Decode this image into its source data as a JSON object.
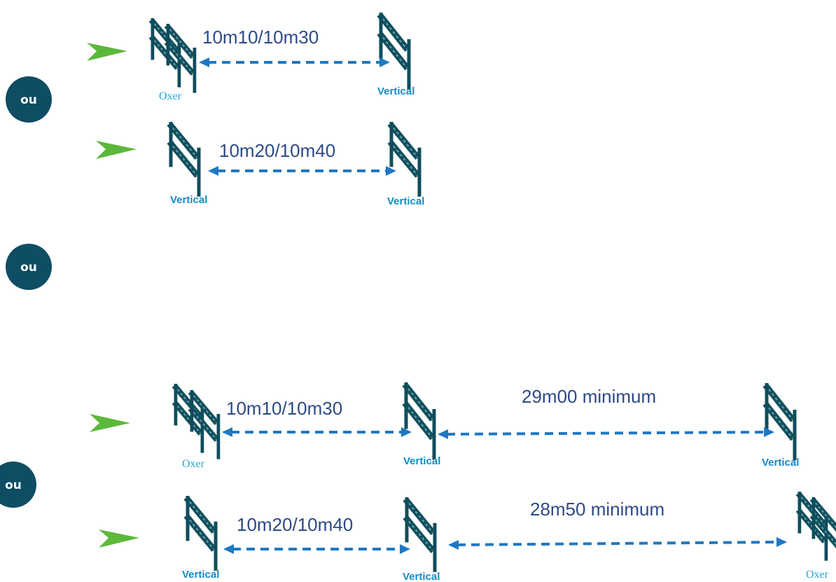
{
  "colors": {
    "distance_text": "#2e4a86",
    "vertical_label": "#1589c8",
    "oxer_label": "#26a6d9",
    "arrow": "#1f78c1",
    "fence": "#0f4d5c",
    "pointer": "#5cb83a",
    "ou_badge": "#0e4d63"
  },
  "ou_badges": [
    "ou",
    "ou",
    "ou"
  ],
  "rows": [
    {
      "obstacles": [
        {
          "type": "oxer",
          "label": "Oxer"
        },
        {
          "type": "vertical",
          "label": "Vertical"
        }
      ],
      "distances": [
        "10m10/10m30"
      ]
    },
    {
      "obstacles": [
        {
          "type": "vertical",
          "label": "Vertical"
        },
        {
          "type": "vertical",
          "label": "Vertical"
        }
      ],
      "distances": [
        "10m20/10m40"
      ]
    },
    {
      "obstacles": [
        {
          "type": "oxer",
          "label": "Oxer"
        },
        {
          "type": "vertical",
          "label": "Vertical"
        },
        {
          "type": "vertical",
          "label": "Vertical"
        }
      ],
      "distances": [
        "10m10/10m30",
        "29m00 minimum"
      ]
    },
    {
      "obstacles": [
        {
          "type": "vertical",
          "label": "Vertical"
        },
        {
          "type": "vertical",
          "label": "Vertical"
        },
        {
          "type": "oxer",
          "label": "Oxer"
        }
      ],
      "distances": [
        "10m20/10m40",
        "28m50 minimum"
      ]
    }
  ]
}
